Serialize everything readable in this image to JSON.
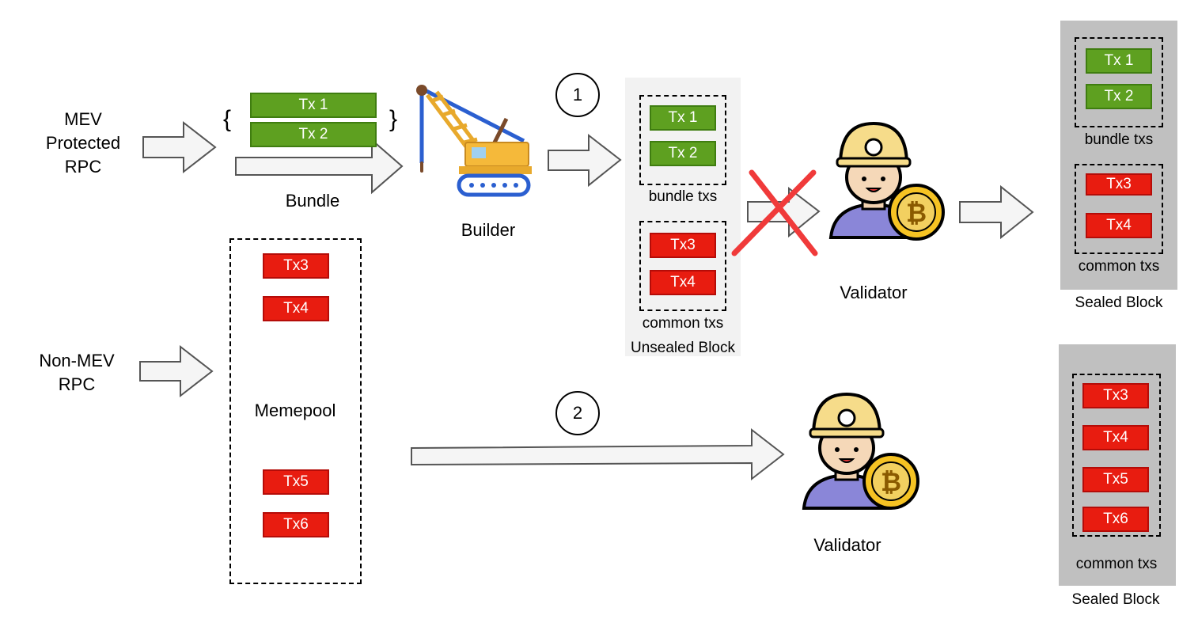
{
  "inputs": {
    "mev_rpc": [
      "MEV",
      "Protected",
      "RPC"
    ],
    "non_mev_rpc": [
      "Non-MEV",
      "RPC"
    ]
  },
  "bundle": {
    "label": "Bundle",
    "brace_open": "{",
    "brace_close": "}",
    "txs": [
      "Tx 1",
      "Tx 2"
    ]
  },
  "builder": {
    "label": "Builder",
    "icon": "crane-icon"
  },
  "memepool": {
    "label": "Memepool",
    "txs": [
      "Tx3",
      "Tx4",
      "Tx5",
      "Tx6"
    ]
  },
  "unsealed_block": {
    "label": "Unsealed Block",
    "bundle_group": {
      "label": "bundle txs",
      "txs": [
        "Tx 1",
        "Tx 2"
      ]
    },
    "common_group": {
      "label": "common txs",
      "txs": [
        "Tx3",
        "Tx4"
      ]
    }
  },
  "paths": {
    "path1": "1",
    "path2": "2"
  },
  "validator_top": {
    "label": "Validator",
    "icon": "miner-validator-icon"
  },
  "validator_bottom": {
    "label": "Validator",
    "icon": "miner-validator-icon"
  },
  "sealed_block_top": {
    "label": "Sealed Block",
    "bundle_group": {
      "label": "bundle txs",
      "txs": [
        "Tx 1",
        "Tx 2"
      ]
    },
    "common_group": {
      "label": "common txs",
      "txs": [
        "Tx3",
        "Tx4"
      ]
    }
  },
  "sealed_block_bottom": {
    "label": "Sealed Block",
    "common_group": {
      "label": "common txs",
      "txs": [
        "Tx3",
        "Tx4",
        "Tx5",
        "Tx6"
      ]
    }
  },
  "colors": {
    "bundle_tx": "#5ea020",
    "common_tx": "#e81c10",
    "unsealed_bg": "#f2f2f2",
    "sealed_bg": "#c0c0c0",
    "reject_cross": "#f03a3a"
  }
}
